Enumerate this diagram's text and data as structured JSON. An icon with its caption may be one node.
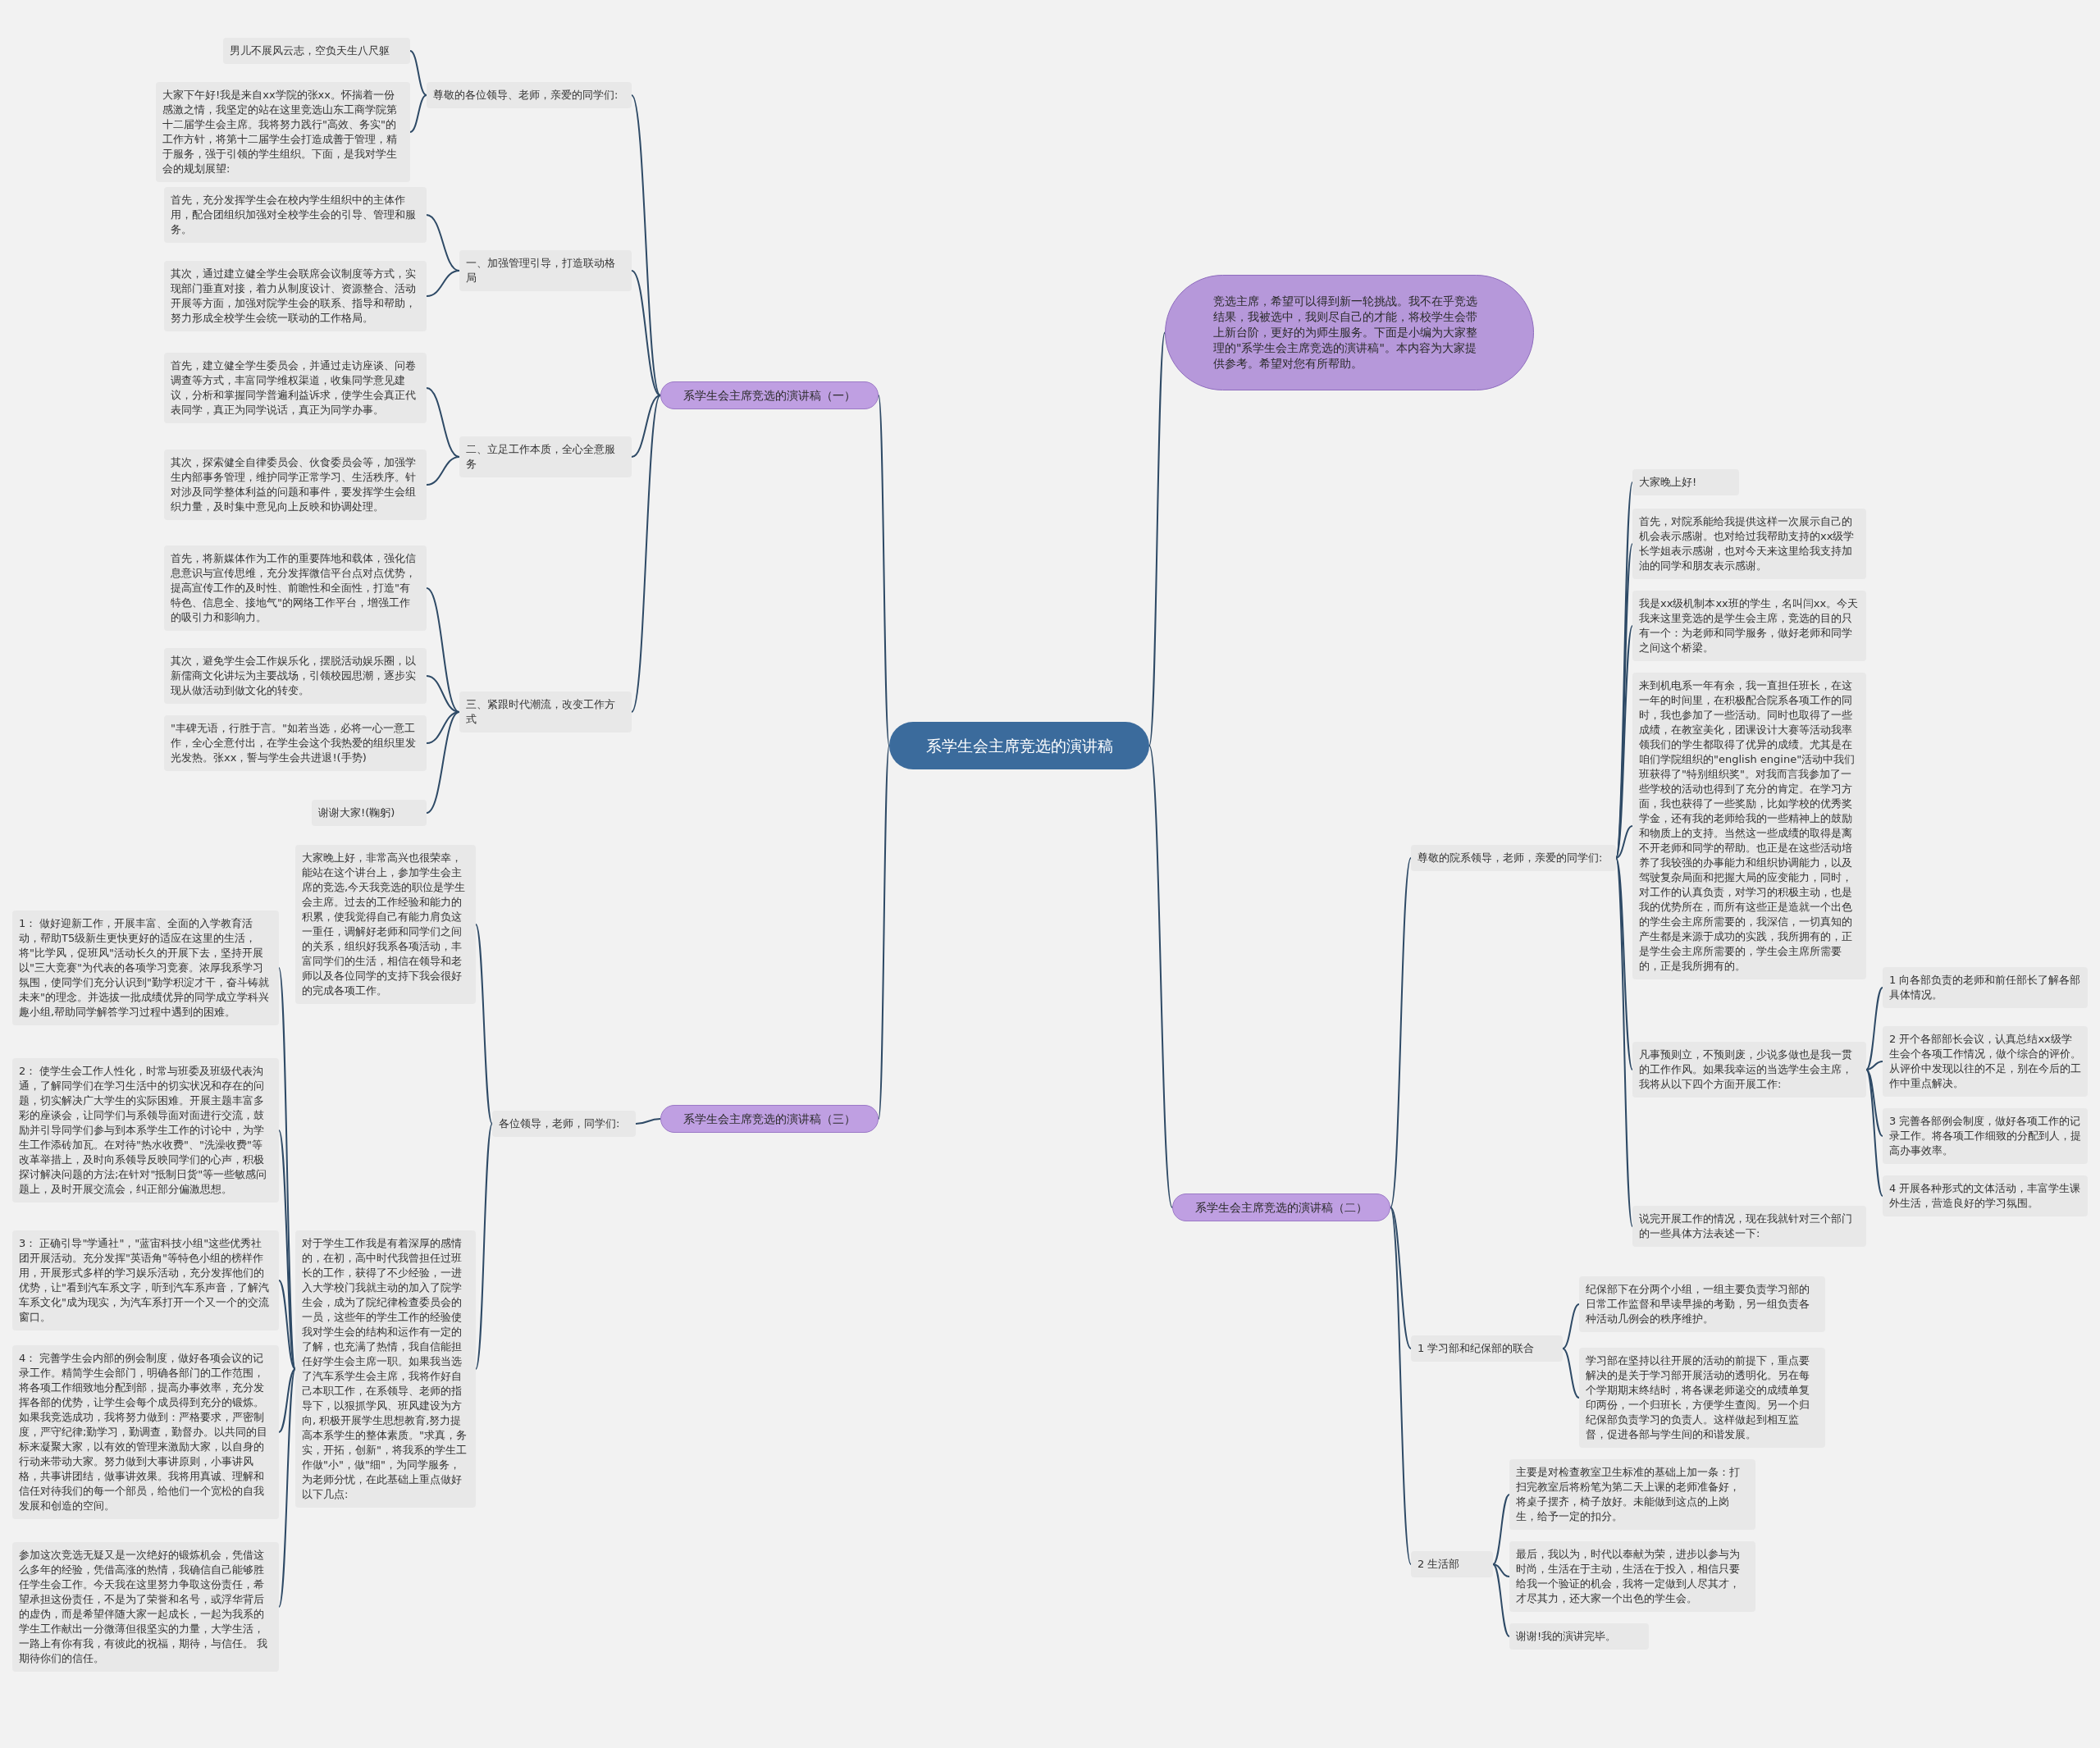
{
  "diagram": {
    "nodes": [
      {
        "text": [
          "系学生会主席竞选的演讲稿"
        ]
      },
      {
        "text": [
          "竞选主席，希望可以得到新一轮挑战。我不在乎竞选结果，我被选中，我则尽自己的才能，将校学生会带上新台阶，更好的为师生服务。下面是小编为大家整理的\"系学生会主席竞选的演讲稿\"。本内容为大家提供参考。希望对您有所帮助。"
        ]
      },
      {
        "text": [
          "系学生会主席竞选的演讲稿（一）"
        ]
      },
      {
        "text": [
          "尊敬的各位领导、老师，亲爱的同学们:"
        ]
      },
      {
        "text": [
          "男儿不展风云志，空负天生八尺躯"
        ]
      },
      {
        "text": [
          "大家下午好!我是来自xx学院的张xx。怀揣着一份感激之情，我坚定的站在这里竞选山东工商学院第十二届学生会主席。我将努力践行\"高效、务实\"的工作方针，将第十二届学生会打造成善于管理，精于服务，强于引领的学生组织。下面，是我对学生会的规划展望:"
        ]
      },
      {
        "text": [
          "一、加强管理引导，打造联动格局"
        ]
      },
      {
        "text": [
          "首先，充分发挥学生会在校内学生组织中的主体作用，配合团组织加强对全校学生会的引导、管理和服务。"
        ]
      },
      {
        "text": [
          "其次，通过建立健全学生会联席会议制度等方式，实现部门垂直对接，着力从制度设计、资源整合、活动开展等方面，加强对院学生会的联系、指导和帮助，努力形成全校学生会统一联动的工作格局。"
        ]
      },
      {
        "text": [
          "二、立足工作本质，全心全意服务"
        ]
      },
      {
        "text": [
          "首先，建立健全学生委员会，并通过走访座谈、问卷调查等方式，丰富同学维权渠道，收集同学意见建议，分析和掌握同学普遍利益诉求，使学生会真正代表同学，真正为同学说话，真正为同学办事。"
        ]
      },
      {
        "text": [
          "其次，探索健全自律委员会、伙食委员会等，加强学生内部事务管理，维护同学正常学习、生活秩序。针对涉及同学整体利益的问题和事件，要发挥学生会组织力量，及时集中意见向上反映和协调处理。"
        ]
      },
      {
        "text": [
          "三、紧跟时代潮流，改变工作方式"
        ]
      },
      {
        "text": [
          "首先，将新媒体作为工作的重要阵地和载体，强化信息意识与宣传思维，充分发挥微信平台点对点优势，提高宣传工作的及时性、前瞻性和全面性，打造\"有特色、信息全、接地气\"的网络工作平台，增强工作的吸引力和影响力。"
        ]
      },
      {
        "text": [
          "其次，避免学生会工作娱乐化，摆脱活动娱乐圈，以新儒商文化讲坛为主要战场，引领校园思潮，逐步实现从做活动到做文化的转变。"
        ]
      },
      {
        "text": [
          "\"丰碑无语，行胜于言。\"如若当选，必将一心一意工作，全心全意付出，在学生会这个我热爱的组织里发光发热。张xx，誓与学生会共进退!(手势)"
        ]
      },
      {
        "text": [
          "谢谢大家!(鞠躬)"
        ]
      },
      {
        "text": [
          "系学生会主席竞选的演讲稿（三）"
        ]
      },
      {
        "text": [
          "各位领导，老师，同学们:"
        ]
      },
      {
        "text": [
          "大家晚上好，非常高兴也很荣幸，能站在这个讲台上，参加学生会主席的竞选,今天我竞选的职位是学生会主席。过去的工作经验和能力的积累，使我觉得自己有能力肩负这一重任，调解好老师和同学们之间的关系，组织好我系各项活动，丰富同学们的生活，相信在领导和老师以及各位同学的支持下我会很好的完成各项工作。"
        ]
      },
      {
        "text": [
          "对于学生工作我是有着深厚的感情的，在初，高中时代我曾担任过班长的工作，获得了不少经验，一进入大学校门我就主动的加入了院学生会，成为了院纪律检查委员会的一员，这些年的学生工作的经验使我对学生会的结构和运作有一定的了解，也充满了热情，我自信能担任好学生会主席一职。如果我当选了汽车系学生会主席，我将作好自己本职工作，在系领导、老师的指导下，以狠抓学风、班风建设为方向, 积极开展学生思想教育,努力提高本系学生的整体素质。\"求真，务实，开拓，创新\"，将我系的学生工作做\"小\"，做\"细\"，为同学服务，为老师分忧，在此基础上重点做好以下几点:"
        ]
      },
      {
        "text": [
          "1： 做好迎新工作，开展丰富、全面的入学教育活动，帮助T5级新生更快更好的适应在这里的生活，将\"比学风，促班风\"活动长久的开展下去，坚持开展以\"三大竞赛\"为代表的各项学习竞赛。浓厚我系学习氛围，使同学们充分认识到\"勤学积淀才干，奋斗铸就未来\"的理念。并选拔一批成绩优异的同学成立学科兴趣小组,帮助同学解答学习过程中遇到的困难。"
        ]
      },
      {
        "text": [
          "2： 使学生会工作人性化，时常与班委及班级代表沟通，了解同学们在学习生活中的切实状况和存在的问题，切实解决广大学生的实际困难。开展主题丰富多彩的座谈会，让同学们与系领导面对面进行交流，鼓励并引导同学们参与到本系学生工作的讨论中，为学生工作添砖加瓦。在对待\"热水收费\"、\"洗澡收费\"等改革举措上，及时向系领导反映同学们的心声，积极探讨解决问题的方法;在针对\"抵制日货\"等一些敏感问题上，及时开展交流会，纠正部分偏激思想。"
        ]
      },
      {
        "text": [
          "3： 正确引导\"学通社\"，\"蓝宙科技小组\"这些优秀社团开展活动。充分发挥\"英语角\"等特色小组的榜样作用，开展形式多样的学习娱乐活动，充分发挥他们的优势，让\"看到汽车系文字，听到汽车系声音，了解汽车系文化\"成为现实，为汽车系打开一个又一个的交流窗口。"
        ]
      },
      {
        "text": [
          "4： 完善学生会内部的例会制度，做好各项会议的记录工作。精简学生会部门，明确各部门的工作范围，将各项工作细致地分配到部，提高办事效率，充分发挥各部的优势，让学生会每个成员得到充分的锻炼。如果我竞选成功，我将努力做到：严格要求，严密制度，严守纪律;勤学习，勤调查，勤督办。以共同的目标来凝聚大家，以有效的管理来激励大家，以自身的行动来带动大家。努力做到大事讲原则，小事讲风格，共事讲团结，做事讲效果。我将用真诚、理解和信任对待我们的每一个部员，给他们一个宽松的自我发展和创造的空间。"
        ]
      },
      {
        "text": [
          "参加这次竞选无疑又是一次绝好的锻炼机会，凭借这么多年的经验，凭借高涨的热情，我确信自己能够胜任学生会工作。今天我在这里努力争取这份责任，希望承担这份责任，不是为了荣誉和名号，或浮华背后的虚伪，而是希望伴随大家一起成长，一起为我系的学生工作献出一分微薄但很坚实的力量，大学生活，一路上有你有我，有彼此的祝福，期待，与信任。 我期待你们的信任。"
        ]
      },
      {
        "text": [
          "系学生会主席竞选的演讲稿（二）"
        ]
      },
      {
        "text": [
          "尊敬的院系领导，老师，亲爱的同学们:"
        ]
      },
      {
        "text": [
          "大家晚上好!"
        ]
      },
      {
        "text": [
          "首先，对院系能给我提供这样一次展示自己的机会表示感谢。也对给过我帮助支持的xx级学长学姐表示感谢，也对今天来这里给我支持加油的同学和朋友表示感谢。"
        ]
      },
      {
        "text": [
          "我是xx级机制本xx班的学生，名叫闫xx。今天我来这里竞选的是学生会主席，竞选的目的只有一个：为老师和同学服务，做好老师和同学之间这个桥梁。"
        ]
      },
      {
        "text": [
          "来到机电系一年有余，我一直担任班长，在这一年的时间里，在积极配合院系各项工作的同时，我也参加了一些活动。同时也取得了一些成绩，在教室美化，团课设计大赛等活动我率领我们的学生都取得了优异的成绩。尤其是在咱们学院组织的\"english engine\"活动中我们班获得了\"特别组织奖\"。对我而言我参加了一些学校的活动也得到了充分的肯定。在学习方面，我也获得了一些奖励，比如学校的优秀奖学金，还有我的老师给我的一些精神上的鼓励和物质上的支持。当然这一些成绩的取得是离不开老师和同学的帮助。也正是在这些活动培养了我较强的办事能力和组织协调能力，以及驾驶复杂局面和把握大局的应变能力，同时，对工作的认真负责，对学习的积极主动，也是我的优势所在，而所有这些正是造就一个出色的学生会主席所需要的，我深信，一切真知的产生都是来源于成功的实践，我所拥有的，正是学生会主席所需要的，学生会主席所需要的，正是我所拥有的。"
        ]
      },
      {
        "text": [
          "凡事预则立，不预则废，少说多做也是我一贯的工作作风。如果我幸运的当选学生会主席，我将从以下四个方面开展工作:"
        ]
      },
      {
        "text": [
          "1 向各部负责的老师和前任部长了解各部具体情况。"
        ]
      },
      {
        "text": [
          "2 开个各部部长会议，认真总结xx级学生会个各项工作情况，做个综合的评价。从评价中发现以往的不足，别在今后的工作中重点解决。"
        ]
      },
      {
        "text": [
          "3 完善各部例会制度，做好各项工作的记录工作。将各项工作细致的分配到人，提高办事效率。"
        ]
      },
      {
        "text": [
          "4 开展各种形式的文体活动，丰富学生课外生活，营造良好的学习氛围。"
        ]
      },
      {
        "text": [
          "说完开展工作的情况，现在我就针对三个部门的一些具体方法表述一下:"
        ]
      },
      {
        "text": [
          "1 学习部和纪保部的联合"
        ]
      },
      {
        "text": [
          "纪保部下在分两个小组，一组主要负责学习部的日常工作监督和早读早操的考勤，另一组负责各种活动几例会的秩序维护。"
        ]
      },
      {
        "text": [
          "学习部在坚持以往开展的活动的前提下，重点要解决的是关于学习部开展活动的透明化。另在每个学期期末终结时，将各课老师递交的成绩单复印两份，一个归班长，方便学生查阅。另一个归纪保部负责学习的负责人。这样做起到相互监督，促进各部与学生间的和谐发展。"
        ]
      },
      {
        "text": [
          "2 生活部"
        ]
      },
      {
        "text": [
          "主要是对检查教室卫生标准的基础上加一条：打扫完教室后将粉笔为第二天上课的老师准备好，将桌子摆齐，椅子放好。未能做到这点的上岗生，给予一定的扣分。"
        ]
      },
      {
        "text": [
          "最后，我以为，时代以奉献为荣，进步以参与为时尚，生活在于主动，生活在于投入，相信只要给我一个验证的机会，我将一定做到人尽其才，才尽其力，还大家一个出色的学生会。"
        ]
      },
      {
        "text": [
          "谢谢!我的演讲完毕。"
        ]
      }
    ],
    "edges": [
      {
        "from": 0,
        "to": 1,
        "arrow": "none"
      },
      {
        "from": 0,
        "to": 2,
        "arrow": "none"
      },
      {
        "from": 2,
        "to": 3,
        "arrow": "none"
      },
      {
        "from": 3,
        "to": 4,
        "arrow": "none"
      },
      {
        "from": 3,
        "to": 5,
        "arrow": "none"
      },
      {
        "from": 2,
        "to": 6,
        "arrow": "none"
      },
      {
        "from": 6,
        "to": 7,
        "arrow": "none"
      },
      {
        "from": 6,
        "to": 8,
        "arrow": "none"
      },
      {
        "from": 2,
        "to": 9,
        "arrow": "none"
      },
      {
        "from": 9,
        "to": 10,
        "arrow": "none"
      },
      {
        "from": 9,
        "to": 11,
        "arrow": "none"
      },
      {
        "from": 2,
        "to": 12,
        "arrow": "none"
      },
      {
        "from": 12,
        "to": 13,
        "arrow": "none"
      },
      {
        "from": 12,
        "to": 14,
        "arrow": "none"
      },
      {
        "from": 12,
        "to": 15,
        "arrow": "none"
      },
      {
        "from": 12,
        "to": 16,
        "arrow": "none"
      },
      {
        "from": 0,
        "to": 17,
        "arrow": "none"
      },
      {
        "from": 17,
        "to": 18,
        "arrow": "none"
      },
      {
        "from": 18,
        "to": 19,
        "arrow": "none"
      },
      {
        "from": 18,
        "to": 20,
        "arrow": "none"
      },
      {
        "from": 20,
        "to": 21,
        "arrow": "none"
      },
      {
        "from": 20,
        "to": 22,
        "arrow": "none"
      },
      {
        "from": 20,
        "to": 23,
        "arrow": "none"
      },
      {
        "from": 20,
        "to": 24,
        "arrow": "none"
      },
      {
        "from": 20,
        "to": 25,
        "arrow": "none"
      },
      {
        "from": 0,
        "to": 26,
        "arrow": "none"
      },
      {
        "from": 26,
        "to": 27,
        "arrow": "none"
      },
      {
        "from": 27,
        "to": 28,
        "arrow": "none"
      },
      {
        "from": 27,
        "to": 29,
        "arrow": "none"
      },
      {
        "from": 27,
        "to": 30,
        "arrow": "none"
      },
      {
        "from": 27,
        "to": 31,
        "arrow": "none"
      },
      {
        "from": 27,
        "to": 32,
        "arrow": "none"
      },
      {
        "from": 32,
        "to": 33,
        "arrow": "none"
      },
      {
        "from": 32,
        "to": 34,
        "arrow": "none"
      },
      {
        "from": 32,
        "to": 35,
        "arrow": "none"
      },
      {
        "from": 32,
        "to": 36,
        "arrow": "none"
      },
      {
        "from": 27,
        "to": 37,
        "arrow": "none"
      },
      {
        "from": 26,
        "to": 38,
        "arrow": "none"
      },
      {
        "from": 38,
        "to": 39,
        "arrow": "none"
      },
      {
        "from": 38,
        "to": 40,
        "arrow": "none"
      },
      {
        "from": 26,
        "to": 41,
        "arrow": "none"
      },
      {
        "from": 41,
        "to": 42,
        "arrow": "none"
      },
      {
        "from": 41,
        "to": 43,
        "arrow": "none"
      },
      {
        "from": 41,
        "to": 44,
        "arrow": "none"
      }
    ]
  }
}
